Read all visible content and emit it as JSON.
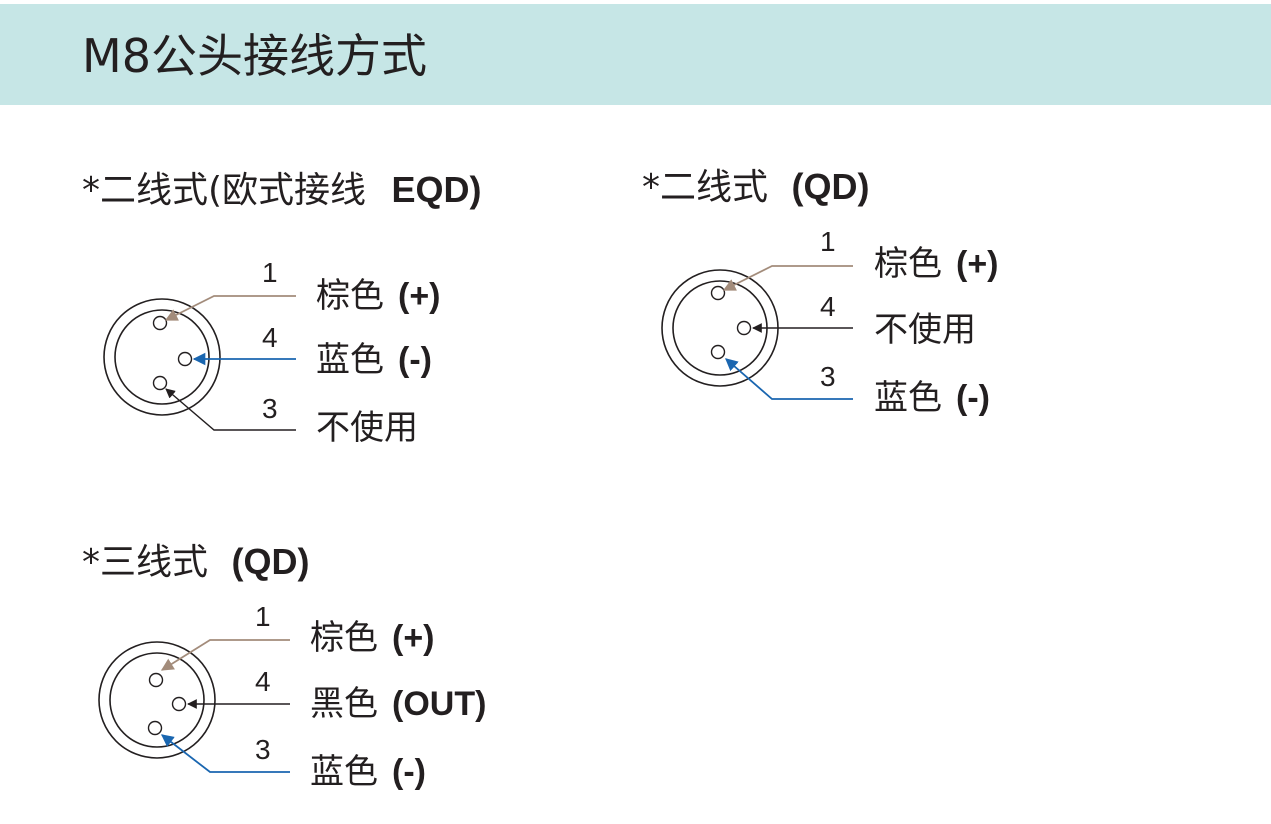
{
  "header": {
    "title": "M8公头接线方式",
    "background": "#c6e6e6"
  },
  "colors": {
    "brown": "#a38c7b",
    "blue": "#1a66b0",
    "black": "#231f20"
  },
  "diagrams": [
    {
      "title": "*二线式(欧式接线",
      "title_code": "EQD)",
      "pins": [
        {
          "num": "1",
          "label": "棕色",
          "polarity": "(+)",
          "wire": "brown"
        },
        {
          "num": "4",
          "label": "蓝色",
          "polarity": "(-)",
          "wire": "blue"
        },
        {
          "num": "3",
          "label": "不使用",
          "polarity": "",
          "wire": "black"
        }
      ]
    },
    {
      "title": "*二线式",
      "title_code": "(QD)",
      "pins": [
        {
          "num": "1",
          "label": "棕色",
          "polarity": "(+)",
          "wire": "brown"
        },
        {
          "num": "4",
          "label": "不使用",
          "polarity": "",
          "wire": "black"
        },
        {
          "num": "3",
          "label": "蓝色",
          "polarity": "(-)",
          "wire": "blue"
        }
      ]
    },
    {
      "title": "*三线式",
      "title_code": "(QD)",
      "pins": [
        {
          "num": "1",
          "label": "棕色",
          "polarity": "(+)",
          "wire": "brown"
        },
        {
          "num": "4",
          "label": "黑色",
          "polarity": "(OUT)",
          "wire": "black"
        },
        {
          "num": "3",
          "label": "蓝色",
          "polarity": "(-)",
          "wire": "blue"
        }
      ]
    }
  ]
}
